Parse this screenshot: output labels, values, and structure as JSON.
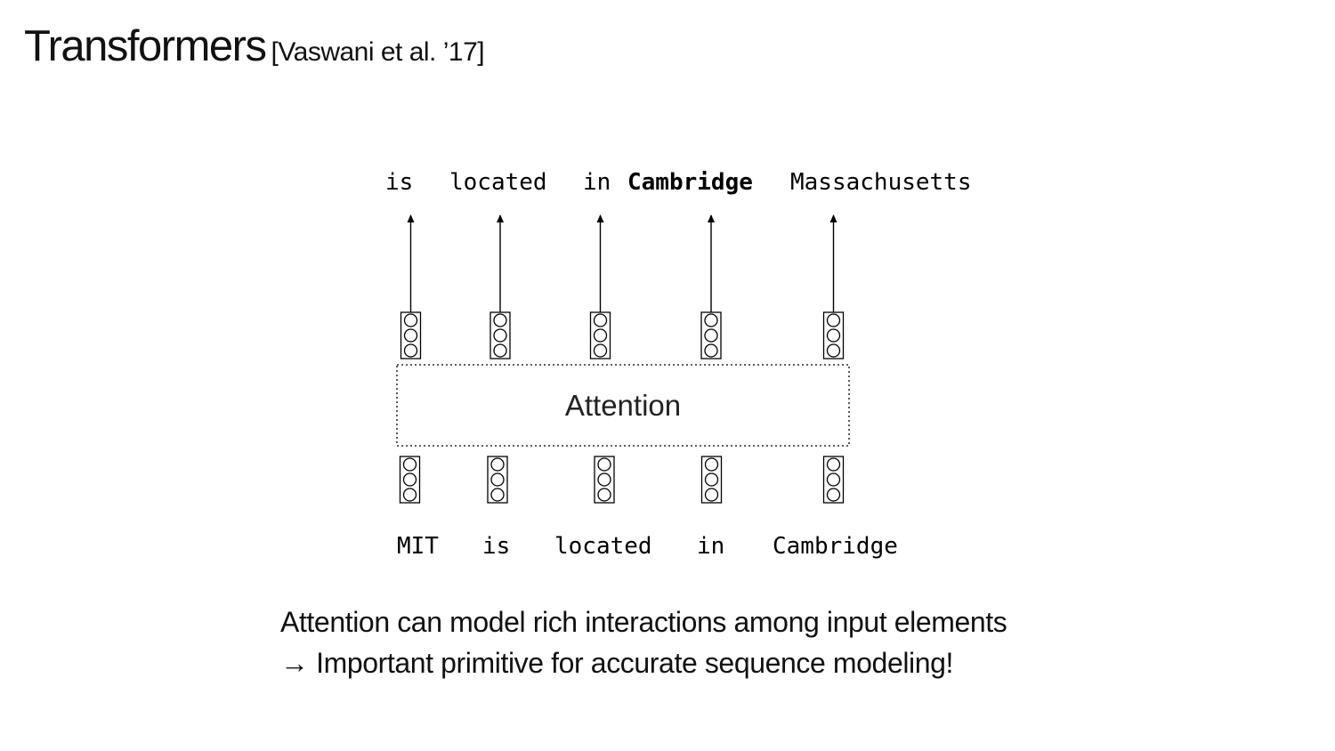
{
  "title": {
    "main": "Transformers",
    "citation": "[Vaswani et al. ’17]"
  },
  "diagram": {
    "block_label": "Attention",
    "output_tokens": [
      "is",
      "located",
      "in",
      "Cambridge",
      "Massachusetts"
    ],
    "input_tokens": [
      "MIT",
      "is",
      "located",
      "in",
      "Cambridge"
    ],
    "bold_output_token": "Cambridge",
    "colors": {
      "stroke": "#000000",
      "background": "#ffffff"
    }
  },
  "caption": {
    "line1": "Attention can model rich interactions among input elements",
    "line2": "→ Important primitive for accurate sequence modeling!"
  }
}
